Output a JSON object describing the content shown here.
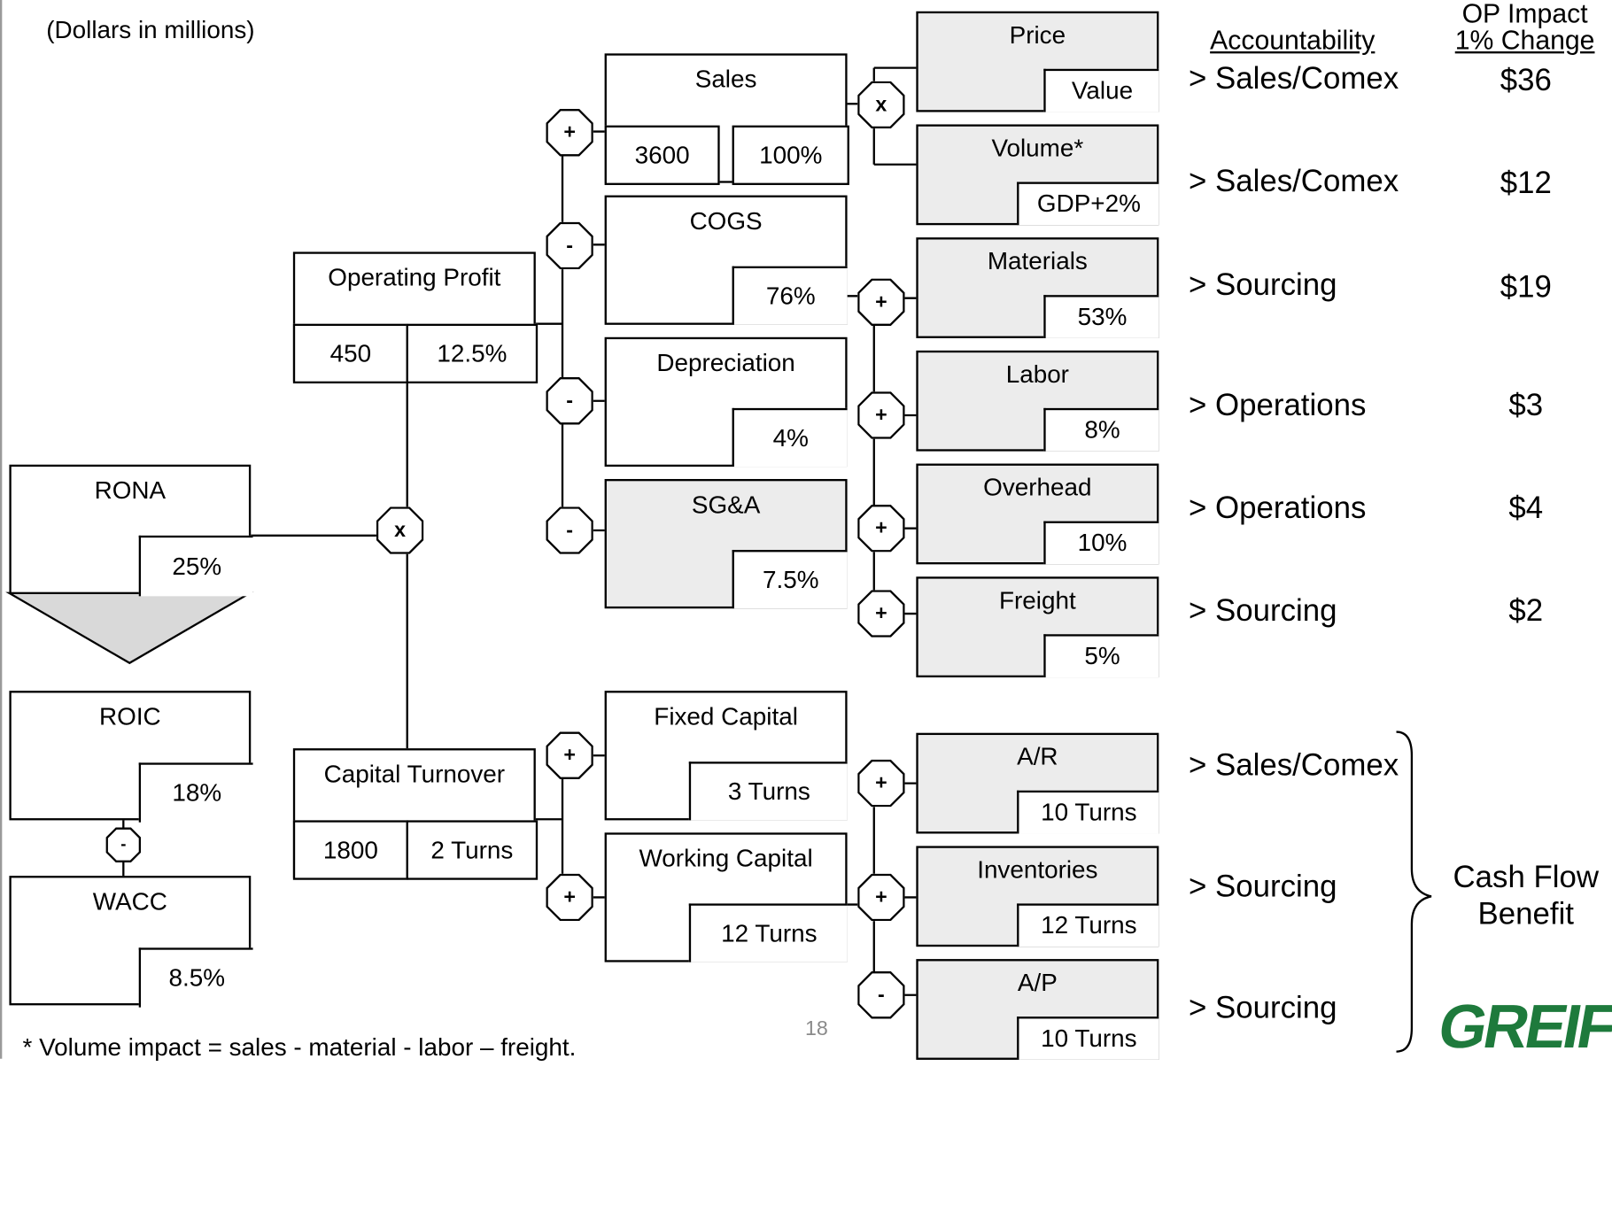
{
  "units_note": "(Dollars in millions)",
  "left": {
    "rona": {
      "title": "RONA",
      "value": "25%"
    },
    "roic": {
      "title": "ROIC",
      "value": "18%"
    },
    "wacc": {
      "title": "WACC",
      "value": "8.5%"
    }
  },
  "op": {
    "title": "Operating Profit",
    "amount": "450",
    "margin": "12.5%"
  },
  "ct": {
    "title": "Capital Turnover",
    "amount": "1800",
    "turns": "2 Turns"
  },
  "mid": {
    "sales": {
      "title": "Sales",
      "amount": "3600",
      "pct": "100%"
    },
    "cogs": {
      "title": "COGS",
      "pct": "76%"
    },
    "depreciation": {
      "title": "Depreciation",
      "pct": "4%"
    },
    "sga": {
      "title": "SG&A",
      "pct": "7.5%"
    },
    "fixed_capital": {
      "title": "Fixed Capital",
      "turns": "3 Turns"
    },
    "working_capital": {
      "title": "Working Capital",
      "turns": "12 Turns"
    }
  },
  "right": {
    "price": {
      "title": "Price",
      "value": "Value"
    },
    "volume": {
      "title": "Volume*",
      "value": "GDP+2%"
    },
    "materials": {
      "title": "Materials",
      "value": "53%"
    },
    "labor": {
      "title": "Labor",
      "value": "8%"
    },
    "overhead": {
      "title": "Overhead",
      "value": "10%"
    },
    "freight": {
      "title": "Freight",
      "value": "5%"
    },
    "ar": {
      "title": "A/R",
      "value": "10 Turns"
    },
    "inventories": {
      "title": "Inventories",
      "value": "12 Turns"
    },
    "ap": {
      "title": "A/P",
      "value": "10 Turns"
    }
  },
  "ops": {
    "plus": "+",
    "minus": "-",
    "multiply": "x"
  },
  "headers": {
    "accountability": "Accountability",
    "op_impact_line1": "OP Impact",
    "op_impact_line2": "1% Change"
  },
  "accountability": [
    {
      "owner": "> Sales/Comex",
      "impact": "$36"
    },
    {
      "owner": "> Sales/Comex",
      "impact": "$12"
    },
    {
      "owner": "> Sourcing",
      "impact": "$19"
    },
    {
      "owner": "> Operations",
      "impact": "$3"
    },
    {
      "owner": "> Operations",
      "impact": "$4"
    },
    {
      "owner": "> Sourcing",
      "impact": "$2"
    },
    {
      "owner": "> Sales/Comex"
    },
    {
      "owner": "> Sourcing"
    },
    {
      "owner": "> Sourcing"
    }
  ],
  "cash_flow": {
    "line1": "Cash Flow",
    "line2": "Benefit"
  },
  "footer": {
    "page_number": "18",
    "note": "* Volume impact = sales - material - labor – freight.",
    "logo": "GREIF"
  }
}
